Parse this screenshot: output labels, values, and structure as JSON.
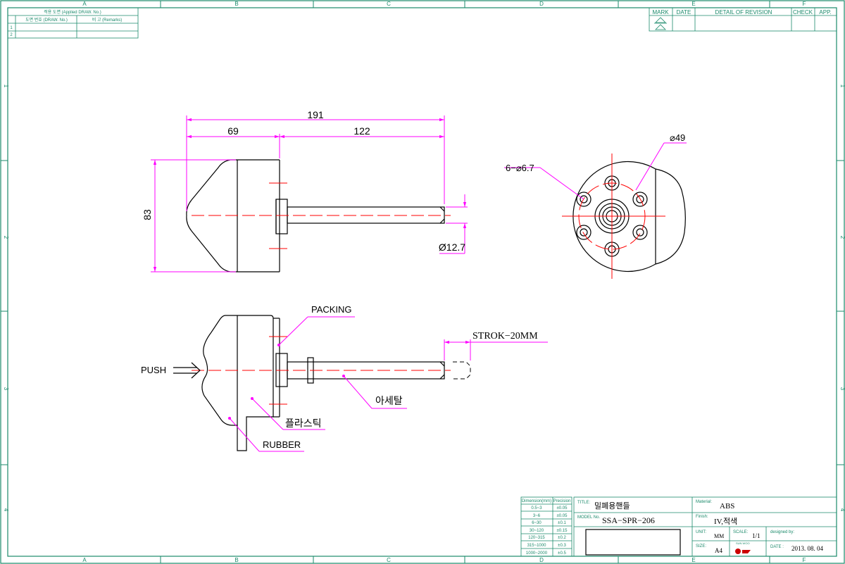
{
  "colors": {
    "frame": "#1b8a6b",
    "dimension": "#ff00ff",
    "centerline": "#ff0000",
    "outline": "#000000",
    "title_text": "#000000"
  },
  "border": {
    "columns": [
      "A",
      "B",
      "C",
      "D",
      "E",
      "F"
    ],
    "rows": [
      "1",
      "2",
      "3",
      "4"
    ]
  },
  "applied_drawing_table": {
    "title": "적용 도면 (Applied DRAW. No.)",
    "col1": "도면 번호 (DRAW. No.)",
    "col2": "비 고 (Remarks)",
    "rows": [
      "1",
      "2"
    ]
  },
  "revision_table": {
    "headers": [
      "MARK",
      "DATE",
      "DETAIL OF REVISION",
      "CHECK",
      "APP."
    ]
  },
  "dimensions": {
    "overall_length": "191",
    "handle_length": "69",
    "shaft_length": "122",
    "height": "83",
    "shaft_diameter": "Ø12.7",
    "holes": "6−⌀6.7",
    "flange_diameter": "⌀49"
  },
  "callouts": {
    "packing": "PACKING",
    "stroke": "STROK−20MM",
    "push": "PUSH",
    "shaft_material": "아세탈",
    "body_material": "플라스틱",
    "rubber": "RUBBER"
  },
  "tolerance_table": {
    "header_dim": "Dimension(mm)",
    "header_prec": "Precision",
    "rows": [
      [
        "0.5~3",
        "±0.05"
      ],
      [
        "3~6",
        "±0.05"
      ],
      [
        "6~30",
        "±0.1"
      ],
      [
        "30~120",
        "±0.15"
      ],
      [
        "120~315",
        "±0.2"
      ],
      [
        "315~1000",
        "±0.3"
      ],
      [
        "1000~2000",
        "±0.5"
      ]
    ]
  },
  "title_block": {
    "title_label": "TITLE:",
    "title_value": "밀폐용핸들",
    "model_label": "MODEL No.",
    "model_value": "SSA−SPR−206",
    "material_label": "Material:",
    "material_value": "ABS",
    "finish_label": "Finish:",
    "finish_value": "IV,적색",
    "unit_label": "UNIT:",
    "unit_value": "MM",
    "scale_label": "SCALE:",
    "scale_value": "1/1",
    "designed_label": "designed by:",
    "size_label": "SIZE:",
    "size_value": "A4",
    "date_label": "DATE :",
    "date_value": "2013. 08. 04",
    "logo_text": "SUN WOO"
  }
}
